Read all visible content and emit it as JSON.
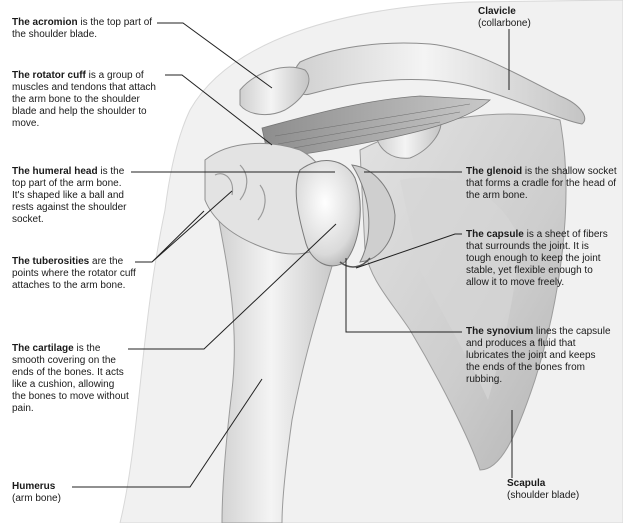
{
  "labels": {
    "acromion": {
      "term": "The acromion",
      "text": " is the top part of the shoulder blade."
    },
    "rotator_cuff": {
      "term": "The rotator cuff",
      "text": " is a group of muscles and tendons that attach the arm bone to the shoulder blade and help the shoulder to move."
    },
    "humeral_head": {
      "term": "The humeral head",
      "text": " is the top part of the arm bone. It's shaped like a ball and rests against the shoulder socket."
    },
    "tuberosities": {
      "term": "The tuberosities",
      "text": " are the points where the rotator cuff attaches to the arm bone."
    },
    "cartilage": {
      "term": "The cartilage",
      "text": " is the smooth covering on the ends of the bones. It acts like a cushion, allowing the bones to move without pain."
    },
    "humerus": {
      "term": "Humerus",
      "text": "(arm bone)"
    },
    "clavicle": {
      "term": "Clavicle",
      "text": "(collarbone)"
    },
    "glenoid": {
      "term": "The glenoid",
      "text": " is the shallow socket that forms a cradle for the head of the arm bone."
    },
    "capsule": {
      "term": "The capsule",
      "text": " is a sheet of fibers that surrounds the joint. It is tough enough to keep the joint stable, yet flexible enough to allow it to move freely."
    },
    "synovium": {
      "term": "The synovium",
      "text": " lines the capsule and produces a fluid that lubricates the joint and keeps the ends of the bones from rubbing."
    },
    "scapula": {
      "term": "Scapula",
      "text": "(shoulder blade)"
    }
  }
}
